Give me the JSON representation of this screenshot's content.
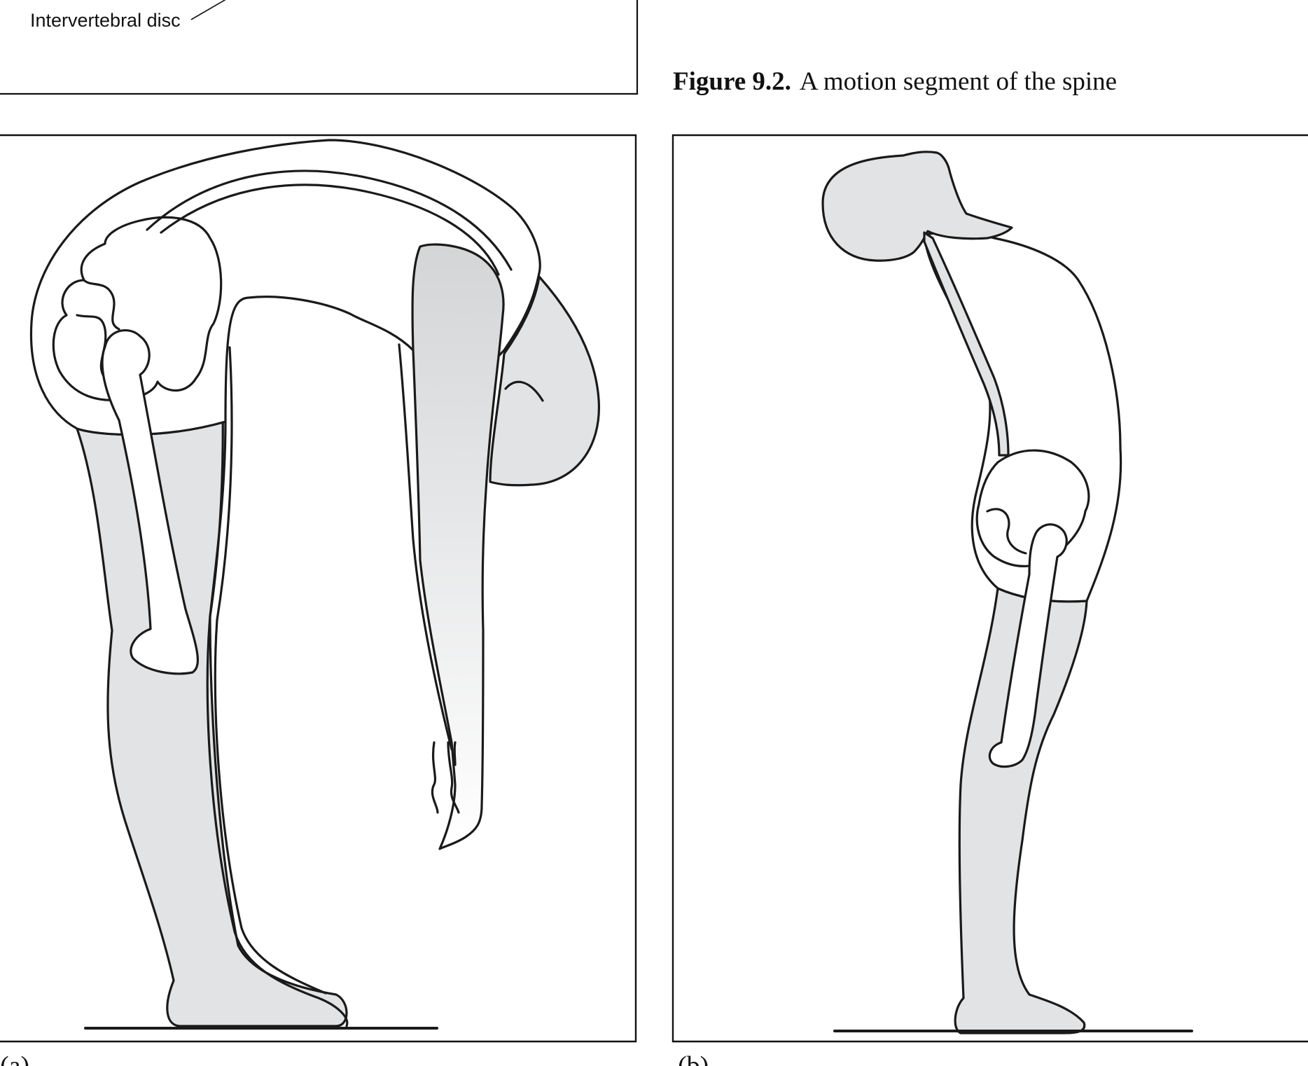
{
  "top_panel": {
    "label": "Intervertebral disc"
  },
  "caption": {
    "number": "Figure 9.2.",
    "text": "A motion segment of the spine"
  },
  "panel_a": {
    "label": "(a)"
  },
  "panel_b": {
    "label": "(b)"
  },
  "colors": {
    "fill": "#e2e3e4",
    "stroke": "#1a1a1a",
    "background": "#ffffff"
  }
}
